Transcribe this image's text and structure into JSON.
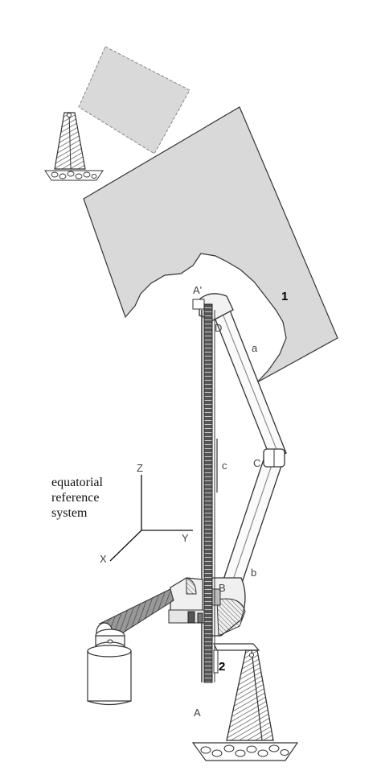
{
  "labels": {
    "mirror_main": "1",
    "mirror_small": "2",
    "point_a": "A",
    "point_a_prime": "A'",
    "point_b": "B",
    "point_c": "C",
    "point_d": "D",
    "arm_a": "a",
    "arm_b": "b",
    "arm_c": "c"
  },
  "reference_system": {
    "line1": "equatorial",
    "line2": "reference",
    "line3": "system",
    "axis_x": "X",
    "axis_y": "Y",
    "axis_z": "Z"
  },
  "colors": {
    "mirror_fill": "#d9d9d9",
    "outline": "#333333",
    "hatch": "#555555"
  }
}
